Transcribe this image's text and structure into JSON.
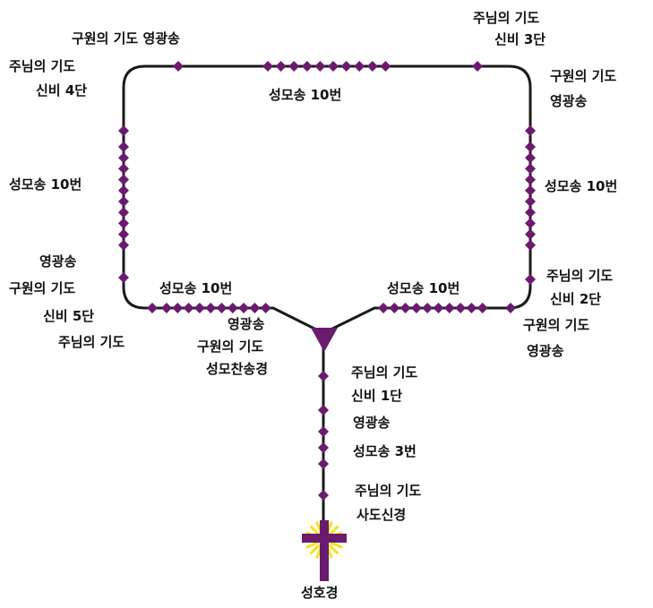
{
  "colors": {
    "line": "#1a1a1a",
    "bead": "#6a1b6e",
    "cross": "#6a1b6e",
    "halo": "#f7e31c",
    "text": "#111111"
  },
  "labels": {
    "glory_lords_prayer_top": "구원의 기도  영광송",
    "mystery3_prayer": "주님의 기도",
    "mystery3_num": "신비 3단",
    "mystery4_prayer": "주님의 기도",
    "mystery4_num": "신비 4단",
    "top_hail_mary": "성모송 10번",
    "right_top_save": "구원의 기도",
    "right_top_glory": "영광송",
    "left_hail_mary": "성모송 10번",
    "right_hail_mary": "성모송 10번",
    "left_glory": "영광송",
    "left_save": "구원의 기도",
    "mystery5_num": "신비 5단",
    "left_lords_prayer": "주님의 기도",
    "bottom_left_hail_mary": "성모송 10번",
    "bottom_right_hail_mary": "성모송 10번",
    "mystery2_prayer": "주님의 기도",
    "mystery2_num": "신비 2단",
    "right_bottom_save": "구원의 기도",
    "right_bottom_glory": "영광송",
    "center_glory": "영광송",
    "center_save": "구원의 기도",
    "center_salve": "성모찬송경",
    "mystery1_prayer": "주님의 기도",
    "mystery1_num": "신비 1단",
    "stem_glory": "영광송",
    "stem_hail_mary3": "성모송 3번",
    "stem_lords_prayer": "주님의 기도",
    "creed": "사도신경",
    "sign_of_cross": "성호경"
  }
}
